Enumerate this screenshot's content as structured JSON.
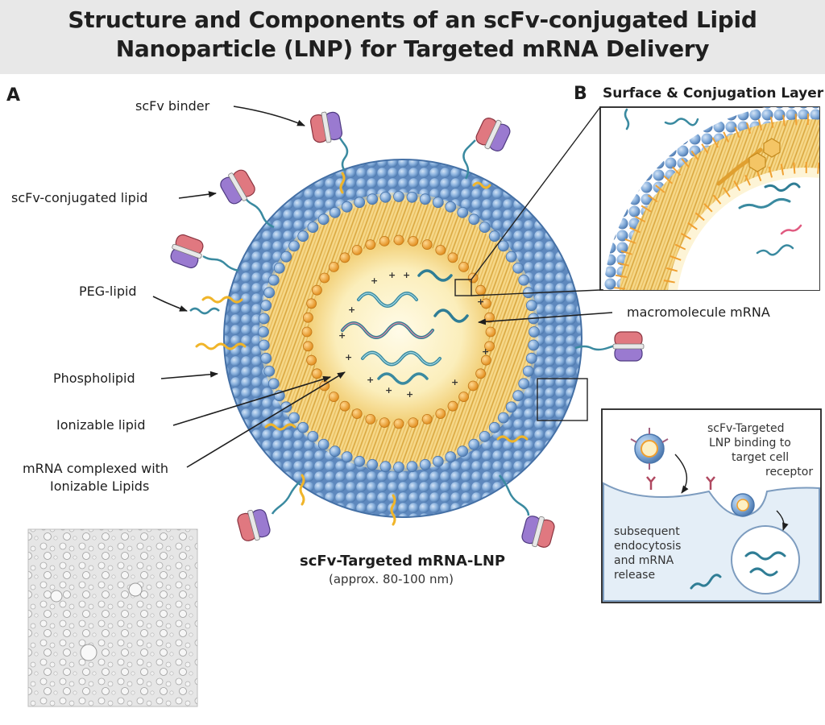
{
  "title": {
    "line1": "Structure and Components of an scFv-conjugated Lipid",
    "line2": "Nanoparticle (LNP) for Targeted mRNA Delivery"
  },
  "panel_a": {
    "letter": "A",
    "labels": {
      "scfv_binder": "scFv binder",
      "scfv_conjugated_lipid": "scFv-conjugated lipid",
      "peg_lipid": "PEG-lipid",
      "phospholipid": "Phospholipid",
      "ionizable_lipid": "Ionizable lipid",
      "mrna_complexed_1": "mRNA complexed with",
      "mrna_complexed_2": "Ionizable Lipids",
      "macromolecule_mrna": "macromolecule mRNA"
    },
    "caption": "scFv-Targeted mRNA-LNP",
    "size_note": "(approx. 80-100 nm)"
  },
  "panel_b": {
    "letter": "B",
    "title": "Surface & Conjugation Layer"
  },
  "inset": {
    "binding_1": "scFv-Targeted",
    "binding_2": "LNP binding to",
    "binding_3": "target cell",
    "binding_4": "receptor",
    "endo_1": "subsequent",
    "endo_2": "endocytosis",
    "endo_3": "and mRNA",
    "endo_4": "release"
  },
  "colors": {
    "shell_blue": "#7fa7d6",
    "head_orange": "#f0a030",
    "core_yellow": "#f9e7a8",
    "mrna_teal": "#3a8aa0",
    "scfv_red": "#e07880",
    "scfv_purple": "#9a7ad0"
  }
}
